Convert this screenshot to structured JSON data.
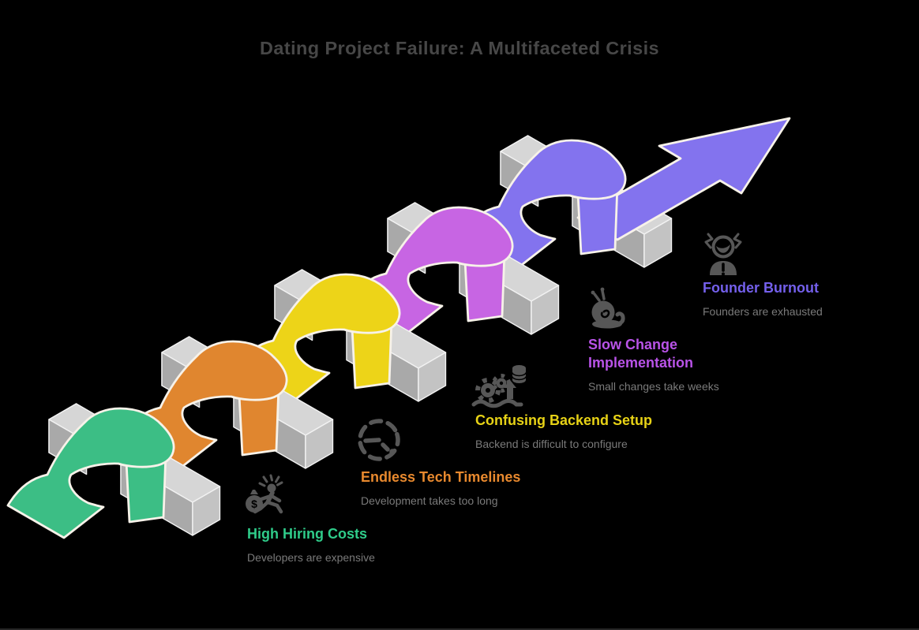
{
  "title": "Dating Project Failure: A Multifaceted Crisis",
  "title_color": "#474747",
  "background": "#000000",
  "outline_color": "#F7F2E9",
  "subtitle_color": "#7a7a7a",
  "icon_color": "#575757",
  "arrow_color": "#8373EE",
  "beam": {
    "top": "#D6D6D6",
    "side": "#A9A9A9",
    "cap": "#C3C3C3",
    "edge": "#F2F2F2"
  },
  "steps": [
    {
      "id": 1,
      "title": "High Hiring Costs",
      "subtitle": "Developers are expensive",
      "title_color": "#2FCC8A",
      "ribbon_color": "#3CBE85",
      "icon": "money-bag-runner-icon"
    },
    {
      "id": 2,
      "title": "Endless Tech Timelines",
      "subtitle": "Development takes too long",
      "title_color": "#E8892E",
      "ribbon_color": "#E0862F",
      "icon": "timer-icon"
    },
    {
      "id": 3,
      "title": "Confusing Backend Setup",
      "subtitle": "Backend is difficult to configure",
      "title_color": "#E7D216",
      "ribbon_color": "#EDD418",
      "icon": "gears-database-icon"
    },
    {
      "id": 4,
      "title": "Slow Change Implementation",
      "subtitle": "Small changes take weeks",
      "title_color": "#B953E8",
      "ribbon_color": "#C765E3",
      "icon": "snail-icon"
    },
    {
      "id": 5,
      "title": "Founder Burnout",
      "subtitle": "Founders are exhausted",
      "title_color": "#7460EC",
      "ribbon_color": "#8373EE",
      "icon": "burnout-person-icon"
    }
  ]
}
